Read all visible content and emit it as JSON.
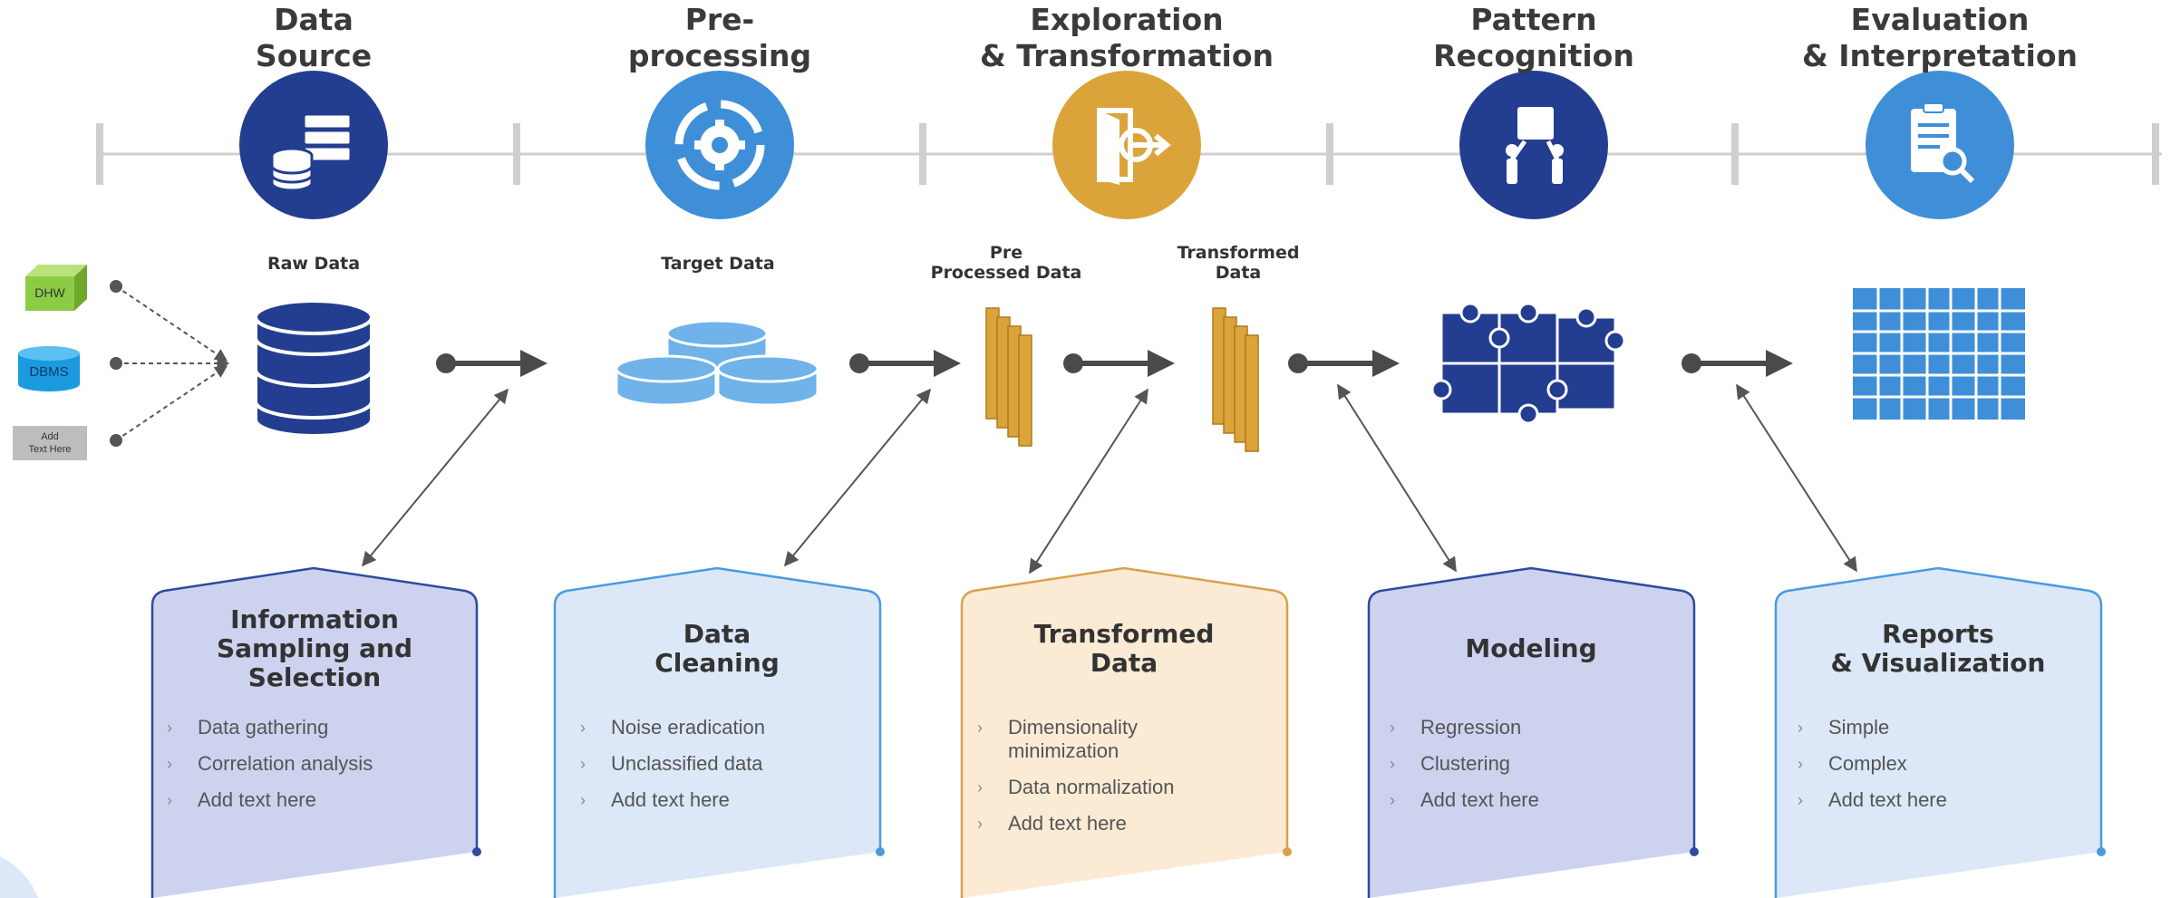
{
  "stages": [
    {
      "title": "Data\nSource",
      "icon": "database-icon",
      "color": "#233e90"
    },
    {
      "title": "Pre-\nprocessing",
      "icon": "gear-cycle-icon",
      "color": "#3f8fd8"
    },
    {
      "title": "Exploration\n& Transformation",
      "icon": "door-exit-icon",
      "color": "#dba43a"
    },
    {
      "title": "Pattern\nRecognition",
      "icon": "people-puzzle-icon",
      "color": "#233e90"
    },
    {
      "title": "Evaluation\n& Interpretation",
      "icon": "report-magnifier-icon",
      "color": "#3f8fd8"
    }
  ],
  "sources": [
    "DHW",
    "DBMS",
    "Add\nText Here"
  ],
  "flow_labels": {
    "raw": "Raw Data",
    "target": "Target Data",
    "preprocessed": "Pre\nProcessed Data",
    "transformed": "Transformed\nData"
  },
  "cards": [
    {
      "title": "Information\nSampling and\nSelection",
      "items": [
        "Data gathering",
        "Correlation analysis",
        "Add text here"
      ],
      "fill": "#cdd3ef",
      "stroke": "#2e4ba0"
    },
    {
      "title": "Data\nCleaning",
      "items": [
        "Noise eradication",
        "Unclassified data",
        "Add text here"
      ],
      "fill": "#dce8f7",
      "stroke": "#4a9ae0"
    },
    {
      "title": "Transformed\nData",
      "items": [
        "Dimensionality\nminimization",
        "Data normalization",
        "Add text here"
      ],
      "fill": "#fbebd5",
      "stroke": "#d9a24a"
    },
    {
      "title": "Modeling",
      "items": [
        "Regression",
        "Clustering",
        "Add text here"
      ],
      "fill": "#cdd3ef",
      "stroke": "#2e4ba0"
    },
    {
      "title": "Reports\n& Visualization",
      "items": [
        "Simple",
        "Complex",
        "Add text here"
      ],
      "fill": "#dce8f7",
      "stroke": "#4a9ae0"
    }
  ],
  "colors": {
    "navy": "#233e90",
    "sky": "#3f8fd8",
    "gold": "#dba43a",
    "grey": "#4a4a4a"
  }
}
